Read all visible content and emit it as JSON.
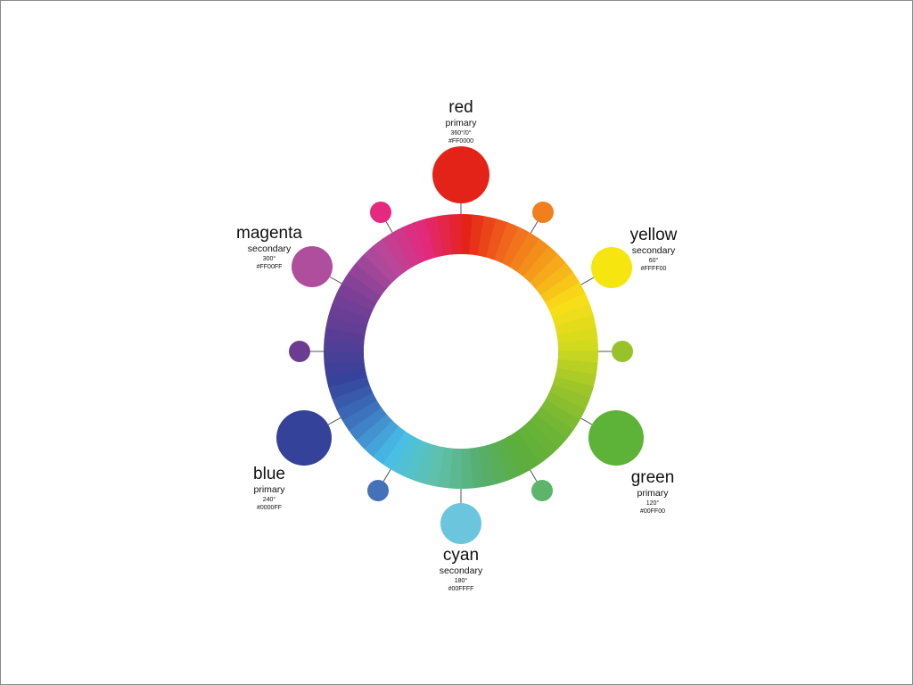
{
  "colors": {
    "red": {
      "name": "red",
      "role": "primary",
      "degree": "360°/0°",
      "hex": "#FF0000",
      "swatch": "#E42318"
    },
    "yellow": {
      "name": "yellow",
      "role": "secondary",
      "degree": "60°",
      "hex": "#FFFF00",
      "swatch": "#F6E50F"
    },
    "green": {
      "name": "green",
      "role": "primary",
      "degree": "120°",
      "hex": "#00FF00",
      "swatch": "#5CB337"
    },
    "cyan": {
      "name": "cyan",
      "role": "secondary",
      "degree": "180°",
      "hex": "#00FFFF",
      "swatch": "#6BC6DD"
    },
    "blue": {
      "name": "blue",
      "role": "primary",
      "degree": "240°",
      "hex": "#0000FF",
      "swatch": "#35429A"
    },
    "magenta": {
      "name": "magenta",
      "role": "secondary",
      "degree": "300°",
      "hex": "#FF00FF",
      "swatch": "#B04E9E"
    }
  },
  "tertiary_swatches": {
    "orange": "#F17F1E",
    "chartreuse": "#98C22A",
    "spring_green": "#5DB56B",
    "azure": "#4472B9",
    "violet": "#6A3D92",
    "rose": "#E6287F"
  },
  "ring_gradient": [
    "#E42318",
    "#F06A1C",
    "#F4A11B",
    "#F9DF18",
    "#D2DA1D",
    "#9DC52A",
    "#6FB535",
    "#5BAE3A",
    "#57AE72",
    "#5FC2AE",
    "#48BFE8",
    "#3E78C0",
    "#35429A",
    "#5A3D95",
    "#7D4096",
    "#B44A9B",
    "#E3297F",
    "#E42318"
  ]
}
